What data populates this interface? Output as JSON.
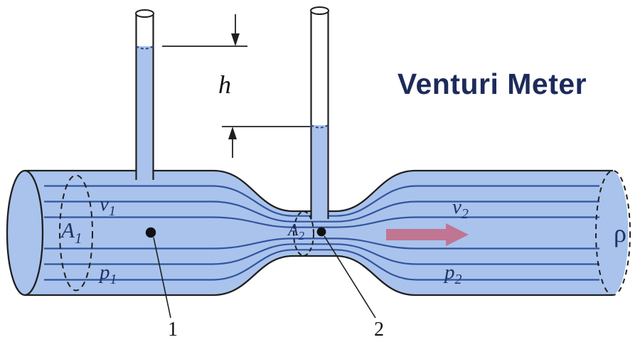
{
  "title": "Venturi Meter",
  "labels": {
    "h": "h",
    "rho": "ρ",
    "point1": "1",
    "point2": "2",
    "area1": {
      "base": "A",
      "sub": "1"
    },
    "velocity1": {
      "base": "v",
      "sub": "1"
    },
    "pressure1": {
      "base": "p",
      "sub": "1"
    },
    "area2": {
      "base": "A",
      "sub": "2"
    },
    "velocity2": {
      "base": "v",
      "sub": "2"
    },
    "pressure2": {
      "base": "p",
      "sub": "2"
    }
  },
  "colors": {
    "pipe_fill": "#a9c3ec",
    "streamline": "#33549e",
    "outline": "#1f1f1f",
    "label_color": "#203269",
    "title_color": "#1c2b5a",
    "flow_arrow": "#c9586f",
    "liquid_level": "#2c4a8c",
    "black": "#111111",
    "white": "#ffffff"
  }
}
